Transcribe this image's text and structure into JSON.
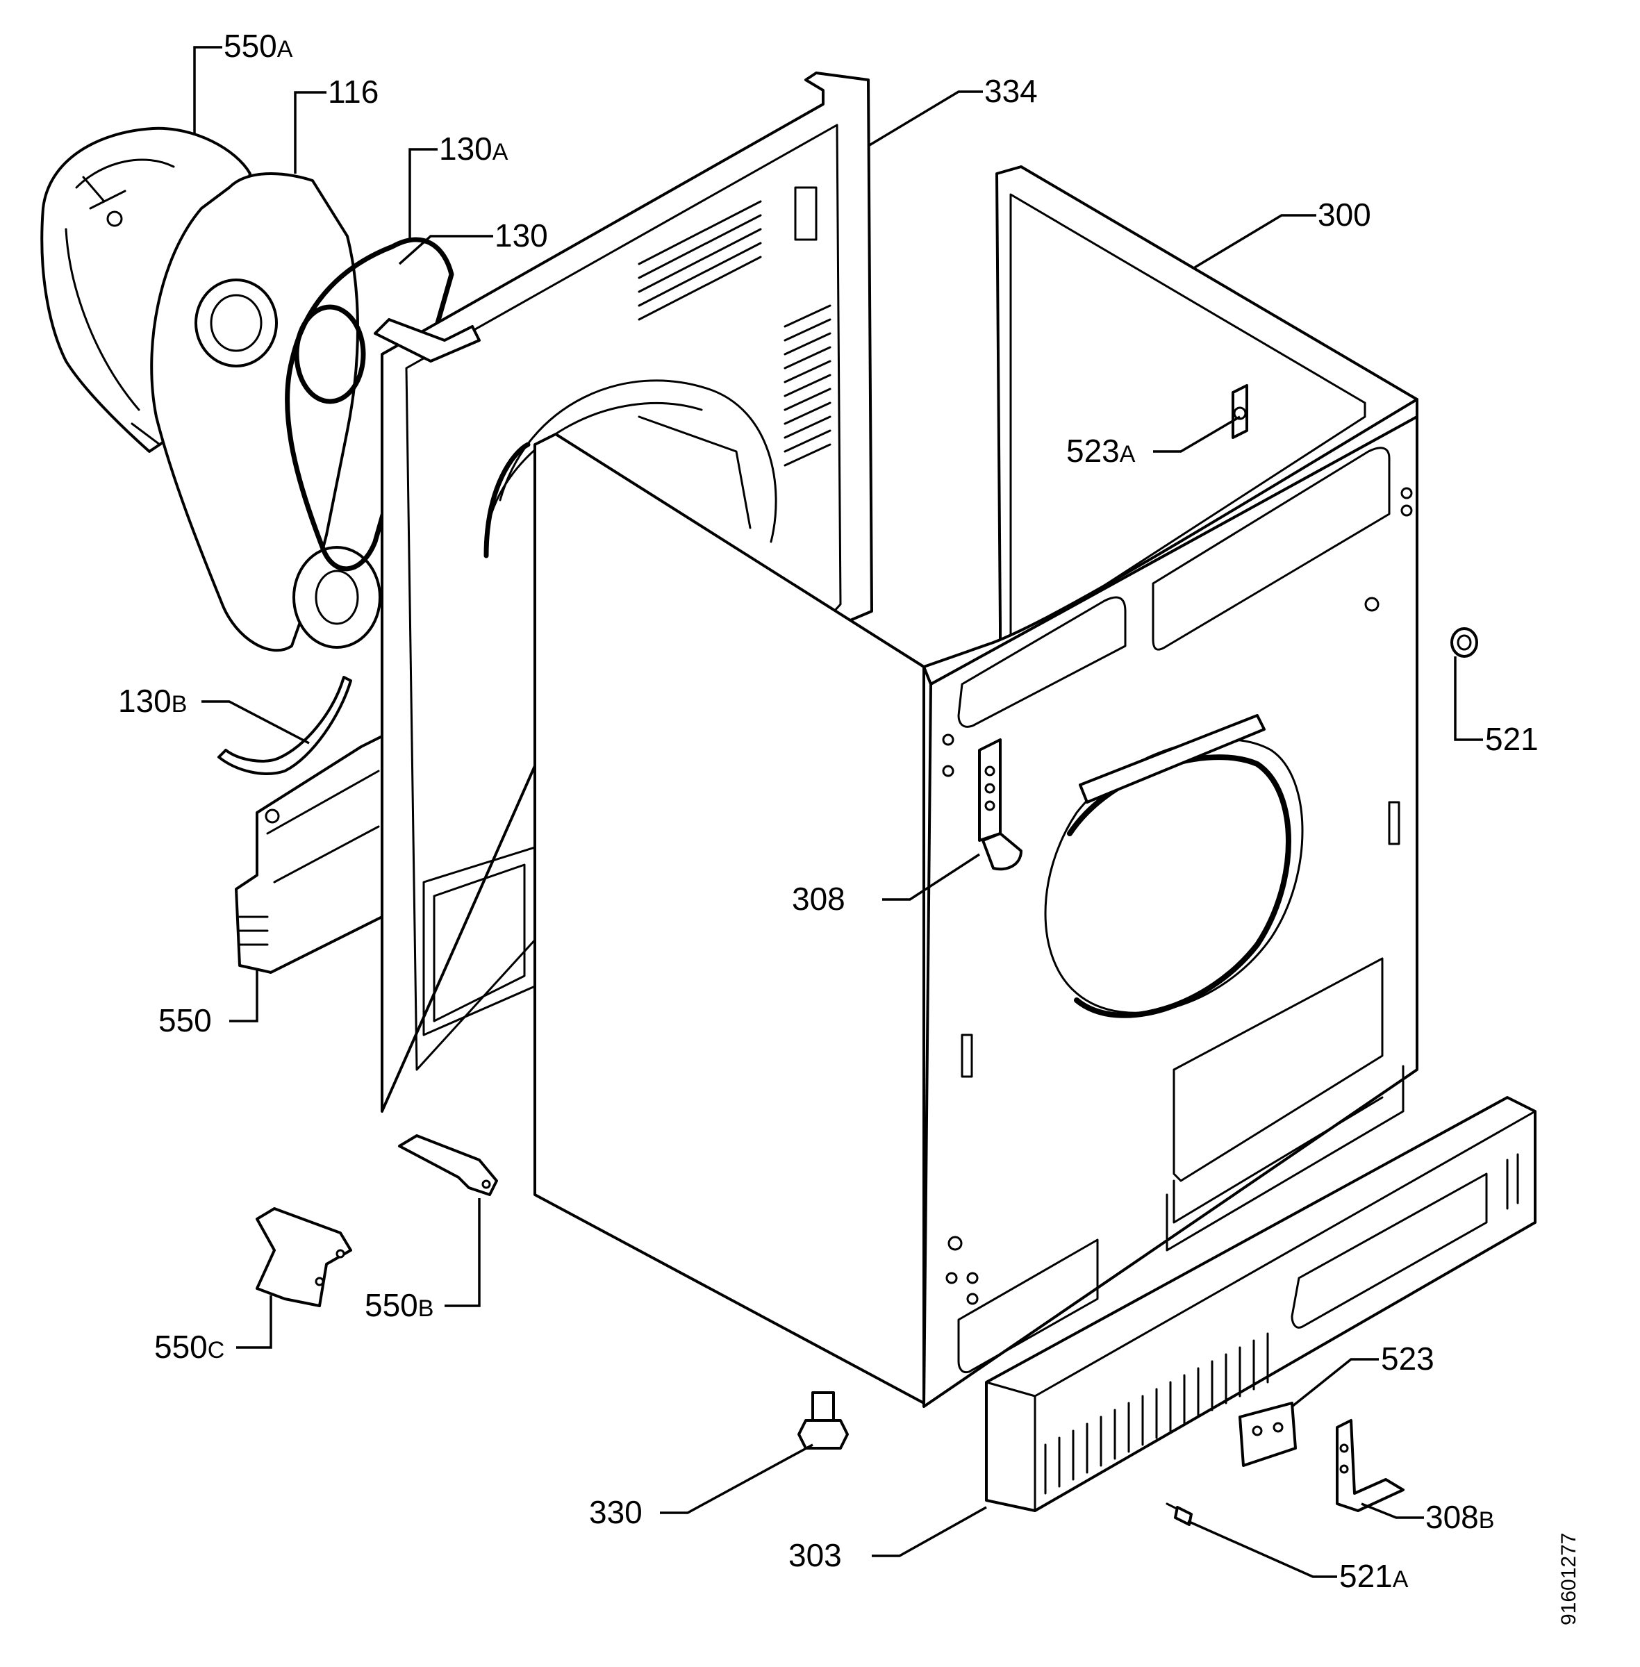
{
  "diagram": {
    "labels": [
      {
        "id": "550A",
        "num": "550",
        "sfx": "A"
      },
      {
        "id": "116",
        "num": "116",
        "sfx": ""
      },
      {
        "id": "130A",
        "num": "130",
        "sfx": "A"
      },
      {
        "id": "130",
        "num": "130",
        "sfx": ""
      },
      {
        "id": "334",
        "num": "334",
        "sfx": ""
      },
      {
        "id": "300",
        "num": "300",
        "sfx": ""
      },
      {
        "id": "523A",
        "num": "523",
        "sfx": "A"
      },
      {
        "id": "521",
        "num": "521",
        "sfx": ""
      },
      {
        "id": "130B",
        "num": "130",
        "sfx": "B"
      },
      {
        "id": "308",
        "num": "308",
        "sfx": ""
      },
      {
        "id": "550",
        "num": "550",
        "sfx": ""
      },
      {
        "id": "550B",
        "num": "550",
        "sfx": "B"
      },
      {
        "id": "550C",
        "num": "550",
        "sfx": "C"
      },
      {
        "id": "523",
        "num": "523",
        "sfx": ""
      },
      {
        "id": "330",
        "num": "330",
        "sfx": ""
      },
      {
        "id": "308B",
        "num": "308",
        "sfx": "B"
      },
      {
        "id": "303",
        "num": "303",
        "sfx": ""
      },
      {
        "id": "521A",
        "num": "521",
        "sfx": "A"
      }
    ],
    "document_number": "91601277"
  }
}
